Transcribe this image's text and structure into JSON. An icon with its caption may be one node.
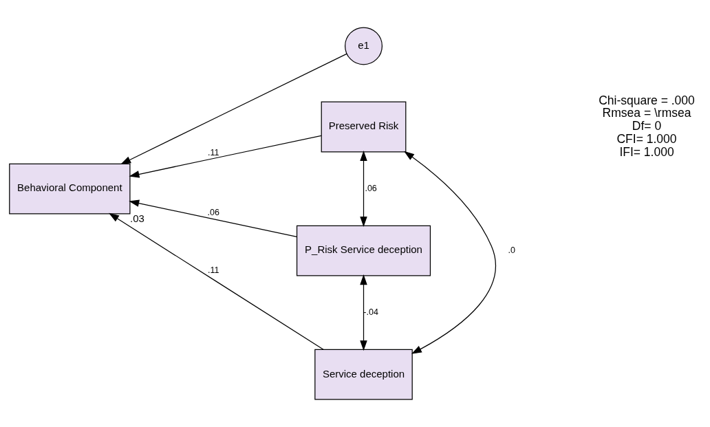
{
  "diagram": {
    "nodes": [
      {
        "text": [
          "e1"
        ]
      },
      {
        "text": [
          "Preserved Risk"
        ]
      },
      {
        "text": [
          "Behavioral Component"
        ],
        "beside": [
          ".03"
        ]
      },
      {
        "text": [
          "P_Risk Service deception"
        ]
      },
      {
        "text": [
          "Service deception"
        ]
      }
    ],
    "edges": [
      {
        "from": 0,
        "to": 2,
        "arrow": "to"
      },
      {
        "from": 1,
        "to": 2,
        "arrow": "to",
        "label": ".11"
      },
      {
        "from": 3,
        "to": 2,
        "arrow": "to",
        "label": ".06"
      },
      {
        "from": 4,
        "to": 2,
        "arrow": "to",
        "label": ".11"
      },
      {
        "from": 1,
        "to": 3,
        "arrow": "both",
        "label": ".06"
      },
      {
        "from": 3,
        "to": 4,
        "arrow": "both",
        "label": "-.04"
      },
      {
        "from": 1,
        "to": 4,
        "arrow": "both",
        "label": ".0"
      }
    ],
    "labels": [
      "Chi-square = .000",
      "Rmsea = \\rmsea",
      "Df= 0",
      "CFI= 1.000",
      "IFI= 1.000"
    ]
  }
}
